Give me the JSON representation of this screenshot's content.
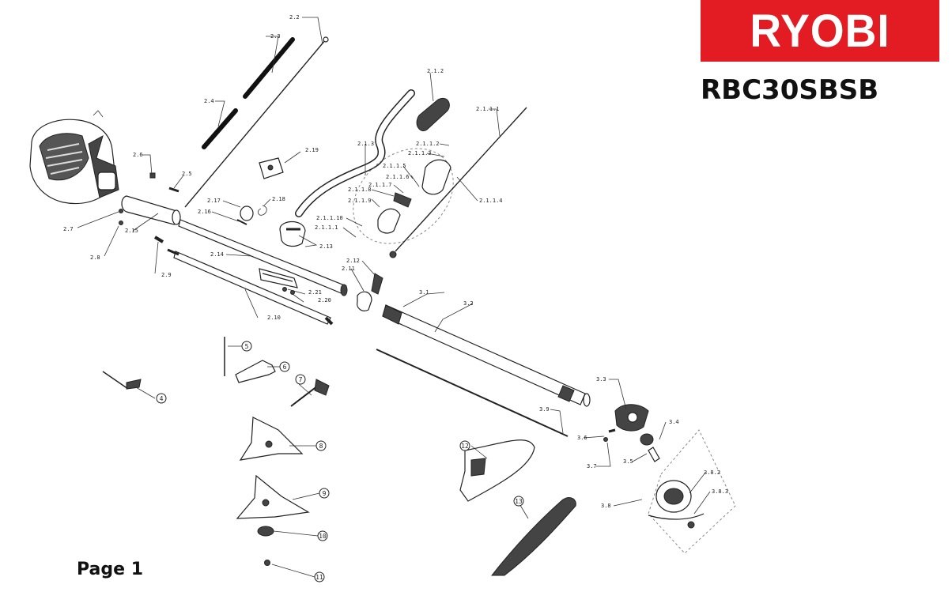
{
  "brand": {
    "logo_text": "RYOBI",
    "logo_color": "#e31b23"
  },
  "model": "RBC30SBSB",
  "page_label": "Page 1",
  "callouts": [
    "2.2",
    "2.3",
    "2.4",
    "2.6",
    "2.5",
    "2.7",
    "2.8",
    "2.15",
    "2.9",
    "2.14",
    "2.10",
    "2.17",
    "2.18",
    "2.16",
    "2.19",
    "2.13",
    "2.21",
    "2.20",
    "2.12",
    "2.11",
    "2.1.2",
    "2.1.3",
    "2.1.1.1",
    "2.1.1.2",
    "2.1.1.3",
    "2.1.1.5",
    "2.1.1.6",
    "2.1.1.7",
    "2.1.1.8",
    "2.1.1.9",
    "2.1.1.10",
    "2.1.1.1",
    "2.1.1.4",
    "3.1",
    "3.2",
    "3.3",
    "3.4",
    "3.5",
    "3.6",
    "3.7",
    "3.8",
    "3.8.2",
    "3.8.3",
    "3.9",
    "4",
    "5",
    "6",
    "7",
    "8",
    "9",
    "10",
    "11",
    "12",
    "13"
  ]
}
